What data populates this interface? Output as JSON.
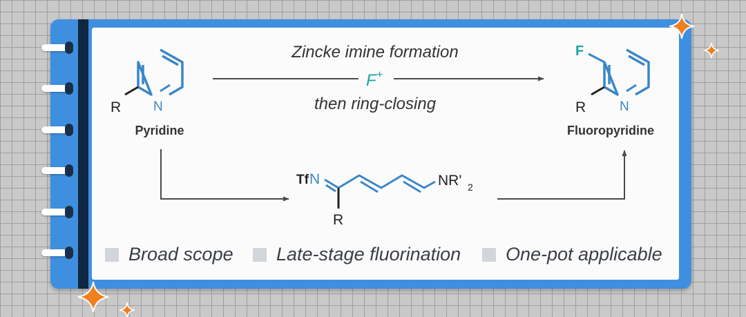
{
  "scheme": {
    "reactant": {
      "label": "Pyridine",
      "substituent": "R",
      "heteroatom": "N"
    },
    "product": {
      "label": "Fluoropyridine",
      "substituent": "R",
      "heteroatom": "N",
      "fluorine": "F"
    },
    "reaction": {
      "line1": "Zincke imine formation",
      "reagent": "F",
      "reagent_charge": "+",
      "line2": "then ring-closing"
    },
    "intermediate": {
      "left_group": "Tf",
      "imine_atom": "N",
      "right_group": "NR'",
      "right_subscript": "2",
      "substituent": "R"
    }
  },
  "features": [
    {
      "label": "Broad scope"
    },
    {
      "label": "Late-stage fluorination"
    },
    {
      "label": "One-pot applicable"
    }
  ],
  "colors": {
    "bond_blue": "#3b86c8",
    "fluorine_teal": "#1aa3a3",
    "notebook_blue": "#3f8fe0",
    "spine_navy": "#0f2740",
    "sparkle_orange": "#f07f1e"
  }
}
